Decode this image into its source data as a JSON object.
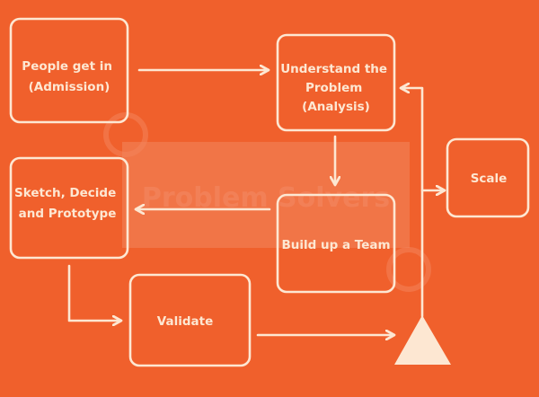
{
  "colors": {
    "background": "#F0602C",
    "foreground": "#FDE7D2",
    "watermark": "#F3865E"
  },
  "watermark": {
    "text": "Problem Solvers"
  },
  "nodes": {
    "admission": {
      "lines": [
        "People get in",
        "(Admission)"
      ]
    },
    "analysis": {
      "lines": [
        "Understand the",
        "Problem",
        "(Analysis)"
      ]
    },
    "sketch": {
      "lines": [
        "Sketch, Decide",
        "and Prototype"
      ]
    },
    "team": {
      "lines": [
        "Build up a Team"
      ]
    },
    "scale": {
      "lines": [
        "Scale"
      ]
    },
    "validate": {
      "lines": [
        "Validate"
      ]
    }
  }
}
